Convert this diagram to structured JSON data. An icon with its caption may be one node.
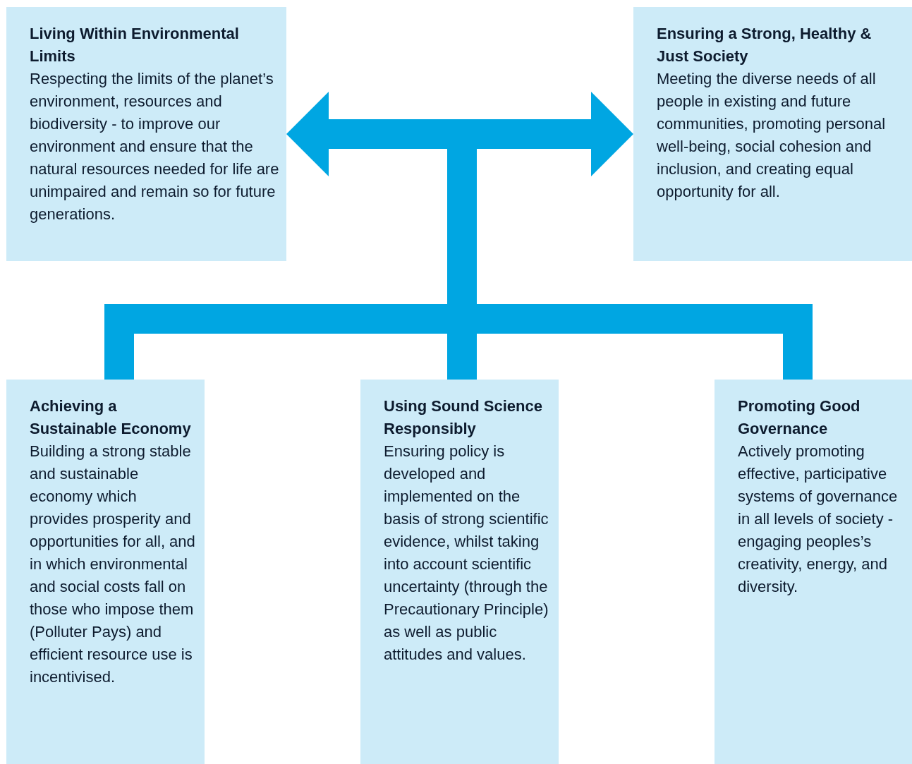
{
  "diagram": {
    "nodes": [
      {
        "text": [
          "Living Within Environmental Limits",
          "Respecting the limits of the planet’s environment, resources and biodiversity - to improve our environment and ensure that the natural resources needed for life are unimpaired and remain so for future generations."
        ]
      },
      {
        "text": [
          "Ensuring a Strong, Healthy & Just Society",
          "Meeting the diverse needs of all people in existing and future communities, promoting personal well-being, social cohesion and inclusion, and creating equal opportunity for all."
        ]
      },
      {
        "text": [
          "Achieving a Sustainable Economy",
          "Building a strong stable and sustainable economy which provides prosperity and opportunities for all, and in which environmental and social costs fall on those who impose them (Polluter Pays) and efficient resource use is incentivised."
        ]
      },
      {
        "text": [
          "Using Sound Science Responsibly",
          "Ensuring policy is developed and implemented on the basis of strong scientific evidence, whilst taking into account scientific uncertainty (through the Precautionary Principle) as well as public attitudes and values."
        ]
      },
      {
        "text": [
          "Promoting Good Governance",
          "Actively promoting effective, participative systems of governance in all levels of society - engaging peoples’s creativity, energy, and diversity."
        ]
      }
    ],
    "edges": [
      {
        "from": 2,
        "to": 0,
        "arrow": "to"
      },
      {
        "from": 2,
        "to": 1,
        "arrow": "to"
      },
      {
        "from": 3,
        "to": 0,
        "arrow": "to"
      },
      {
        "from": 3,
        "to": 1,
        "arrow": "to"
      },
      {
        "from": 4,
        "to": 0,
        "arrow": "to"
      },
      {
        "from": 4,
        "to": 1,
        "arrow": "to"
      }
    ]
  }
}
